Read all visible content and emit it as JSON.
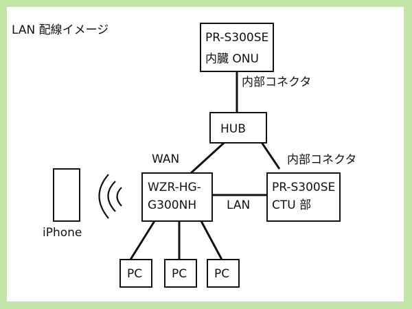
{
  "diagram": {
    "title": "LAN 配線イメージ",
    "nodes": {
      "onu": {
        "line1": "PR-S300SE",
        "line2": "内臓 ONU"
      },
      "hub": {
        "line1": "HUB"
      },
      "router": {
        "line1": "WZR-HG-",
        "line2": "G300NH"
      },
      "ctu": {
        "line1": "PR-S300SE",
        "line2": "CTU 部"
      },
      "pc1": {
        "line1": "PC"
      },
      "pc2": {
        "line1": "PC"
      },
      "pc3": {
        "line1": "PC"
      },
      "iphone": {
        "label": "iPhone"
      }
    },
    "edges": {
      "onu_hub": {
        "label": "内部コネクタ"
      },
      "hub_router": {
        "label": "WAN"
      },
      "hub_ctu": {
        "label": "内部コネクタ"
      },
      "router_ctu": {
        "label": "LAN"
      }
    },
    "wireless": {
      "icon": "wifi-waves-icon"
    }
  }
}
